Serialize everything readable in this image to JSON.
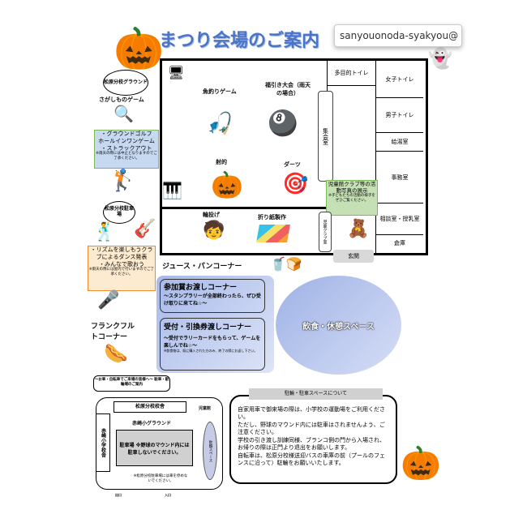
{
  "title": "まつり会場のご案内",
  "tooltip": "sanyouonoda-syakyou@",
  "left": {
    "ground_oval": "松原分校グラウンド",
    "search_game": "さがしものゲーム",
    "golf_box": {
      "lines": [
        "・グラウンドゴルフ",
        "ホールインワンゲーム",
        "・ストラックアウト"
      ],
      "note": "※雨天の際には中止となりますのでご了承ください。"
    },
    "parking_oval": "松原分校駐車場",
    "dance_box": {
      "lines": [
        "・リズムを楽しもうクラブによるダンス発表",
        "・みんなで歌おう"
      ],
      "note": "※雨天の際には屋内で行いますのでご了承ください。"
    },
    "frankfurt": "フランクフルトコーナー"
  },
  "building": {
    "fishing": "魚釣りゲーム",
    "lottery": "福引き大会（雨天の場合）",
    "shooting": "射的",
    "darts": "ダーツ",
    "ring_toss": "輪投げ",
    "origami": "折り紙製作",
    "hall": "集会室",
    "club_room": "児童クラブ室",
    "entrance": "玄関",
    "exhibit": {
      "title": "児童館クラブ等の活動写真の展示",
      "note": "※子どもたちの活動の様子をぜひご覧ください。"
    },
    "rooms": [
      "多目的トイレ",
      "女子トイレ",
      "男子トイレ",
      "給湯室",
      "事務室",
      "相談室・授乳室",
      "倉庫"
    ]
  },
  "juice": "ジュース・パンコーナー",
  "prize": {
    "title": "参加賞お渡しコーナー",
    "text": "～スタンプラリーが全部終わったら、ぜひ受け取りに来てね☆～"
  },
  "reception": {
    "title": "受付・引換券渡しコーナー",
    "text": "～受付でラリーカードをもらって、ゲームを楽しんでね☆～",
    "note": "※飲食物は、既に購入された方のみ、終了の際にお返し下さい。"
  },
  "eating": "飲食・休憩スペース",
  "map": {
    "callout": "～お車・自転車でご来場の皆様へ～ 駐車・駐輪場のご案内",
    "school_bldg": "松原分校校舎",
    "jidokan": "児童館",
    "ground": "赤崎小グラウンド",
    "akasaki": "赤崎小学校舎",
    "parking": "駐車場 ※野球のマウンド内には駐車しないでください。",
    "bike": "駐輪スペース",
    "note": "※松原分校駐車場には車を停めないでください。",
    "exit": "出口",
    "entry": "入口"
  },
  "notice": {
    "header": "駐輪・駐車スペースについて",
    "lines": [
      "自家用車で御来場の際は、小学校の運動場をご利用ください。",
      "ただし、野球のマウンド内には駐車はされませんよう、ご注意ください。",
      "学校の引き渡し訓練同様、ブランコ側の門から入場され、お帰りの際は正門より退出をお願いします。",
      "自転車は、松原分校様送迎バスの車庫の前（プールのフェンスに沿って）駐輪をお願いいたします。"
    ]
  }
}
